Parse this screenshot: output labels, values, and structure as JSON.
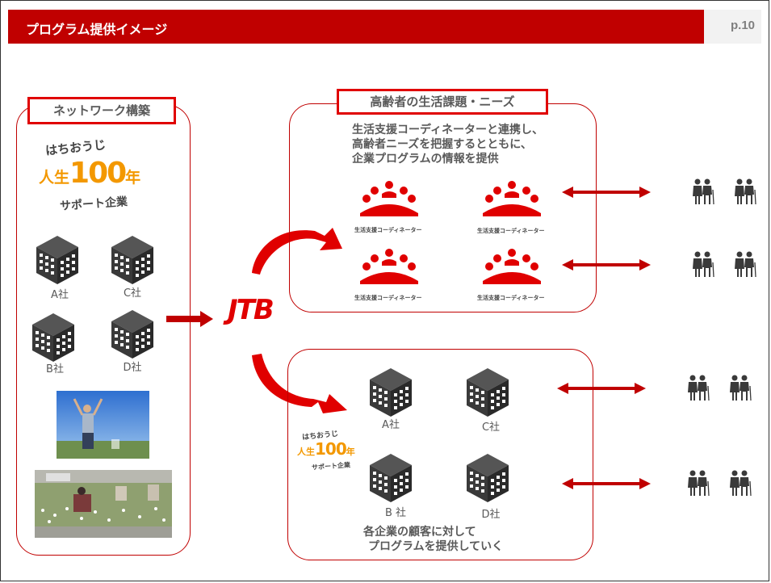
{
  "header": {
    "title": "プログラム提供イメージ",
    "page_number": "p.10"
  },
  "left_panel": {
    "label": "ネットワーク構築",
    "logo": {
      "line1": "はちおうじ",
      "line2_prefix": "人生",
      "line2_num": "100",
      "line2_suffix": "年",
      "line3": "サポート企業"
    },
    "companies": [
      "A社",
      "C社",
      "B社",
      "D社"
    ]
  },
  "center": {
    "brand": "JTB"
  },
  "top_panel": {
    "label": "高齢者の生活課題・ニーズ",
    "description": [
      "生活支援コーディネーターと連携し、",
      "高齢者ニーズを把握するとともに、",
      "企業プログラムの情報を提供"
    ],
    "coordinator_label": "生活支援コーディネーター"
  },
  "bottom_panel": {
    "logo": {
      "line1": "はちおうじ",
      "line2_prefix": "人生",
      "line2_num": "100",
      "line2_suffix": "年",
      "line3": "サポート企業"
    },
    "companies": [
      "A社",
      "C社",
      "B 社",
      "D社"
    ],
    "description": [
      "各企業の顧客に対して",
      "プログラムを提供していく"
    ]
  },
  "colors": {
    "accent": "#c00000",
    "icon_dark": "#3a3a3a",
    "text_gray": "#595959",
    "logo_orange": "#f39800"
  }
}
